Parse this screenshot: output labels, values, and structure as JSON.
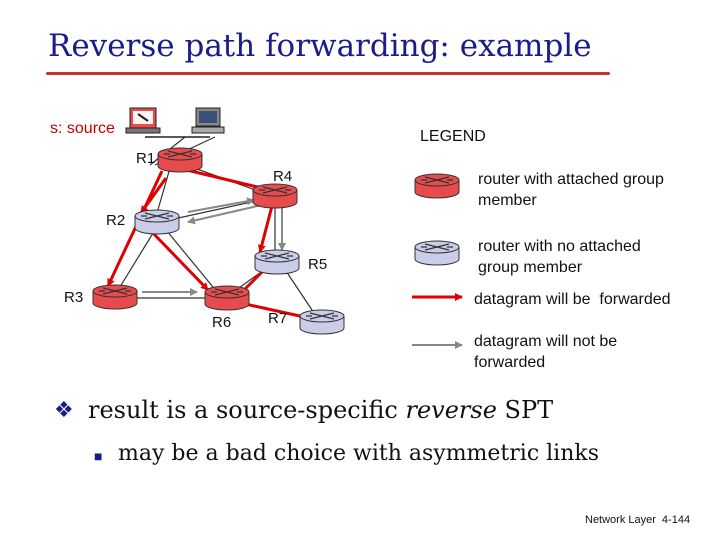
{
  "slide": {
    "title": "Reverse path forwarding: example",
    "source_label": "s: source",
    "routers": {
      "r1": "R1",
      "r2": "R2",
      "r3": "R3",
      "r4": "R4",
      "r5": "R5",
      "r6": "R6",
      "r7": "R7"
    },
    "legend": {
      "heading": "LEGEND",
      "attached": "router with attached group member",
      "not_attached": "router with no attached group member",
      "forwarded": "datagram will be  forwarded",
      "not_forwarded": "datagram will not be forwarded"
    },
    "bullet_main_prefix": "result is a source-specific ",
    "bullet_main_italic": "reverse",
    "bullet_main_suffix": " SPT",
    "bullet_sub": "may be a bad choice with asymmetric links",
    "footer_label": "Network Layer",
    "footer_page": "4-144"
  },
  "colors": {
    "attached_router": "#e84b4b",
    "plain_router": "#c9cde8",
    "forward_arrow": "#e00000",
    "no_forward_arrow": "#888888",
    "title": "#1b1b8c"
  }
}
